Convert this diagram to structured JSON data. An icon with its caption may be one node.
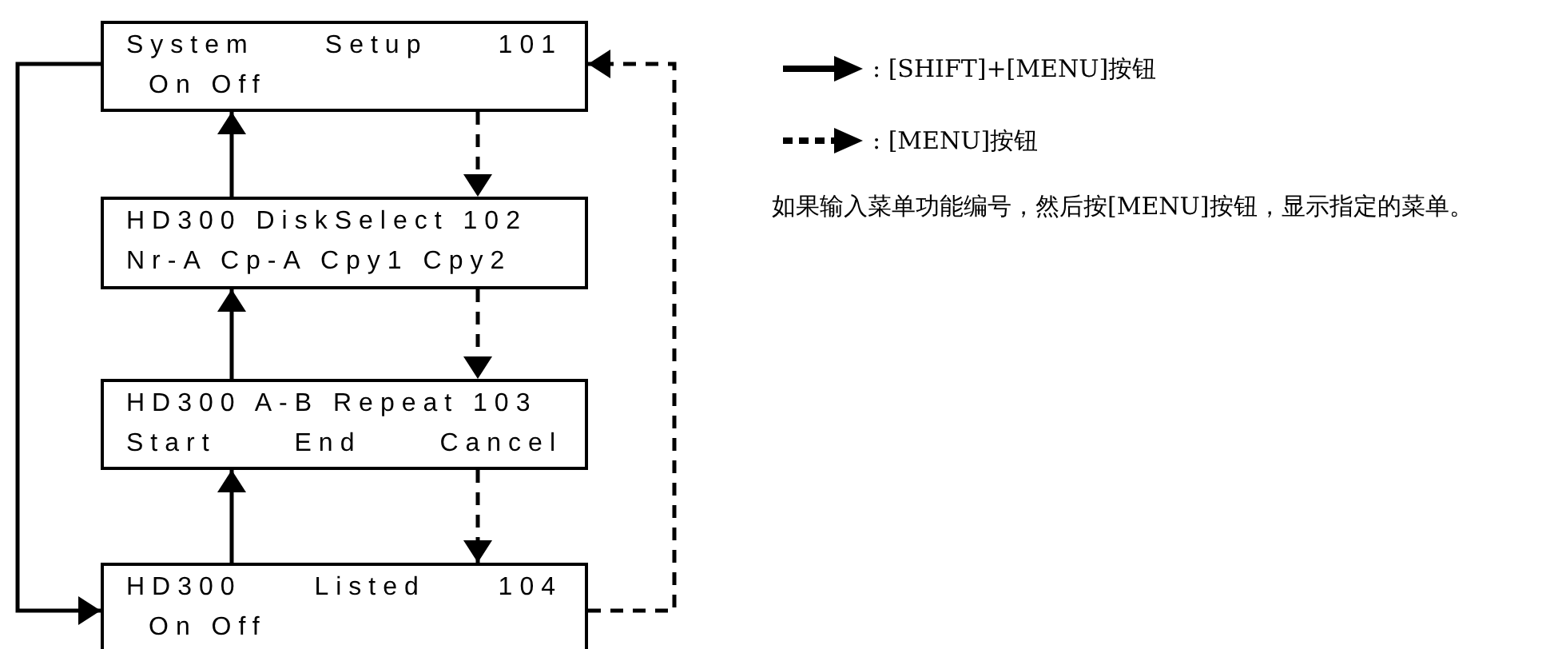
{
  "diagram": {
    "nodes": [
      {
        "text": [
          "System Setup 101",
          "On Off"
        ]
      },
      {
        "text": [
          "HD300 DiskSelect 102",
          "Nr-A Cp-A Cpy1 Cpy2"
        ]
      },
      {
        "text": [
          "HD300 A-B Repeat 103",
          "Start End Cancel"
        ]
      },
      {
        "text": [
          "HD300 Listed 104",
          "On Off"
        ]
      }
    ],
    "edges": [
      {
        "from": 1,
        "to": 0,
        "arrow": "to"
      },
      {
        "from": 2,
        "to": 1,
        "arrow": "to"
      },
      {
        "from": 3,
        "to": 2,
        "arrow": "to"
      },
      {
        "from": 0,
        "to": 1,
        "arrow": "to",
        "style": "dashed"
      },
      {
        "from": 1,
        "to": 2,
        "arrow": "to",
        "style": "dashed"
      },
      {
        "from": 2,
        "to": 3,
        "arrow": "to",
        "style": "dashed"
      },
      {
        "from": 0,
        "to": 3,
        "arrow": "to"
      },
      {
        "from": 3,
        "to": 0,
        "arrow": "to",
        "style": "dashed"
      }
    ],
    "labels": [
      "如果输入菜单功能编号，然后按[MENU]按钮，显示指定的菜单。"
    ],
    "legend": [
      {
        "text": ": [SHIFT]+[MENU]按钮"
      },
      {
        "text": ": [MENU]按钮"
      }
    ]
  }
}
